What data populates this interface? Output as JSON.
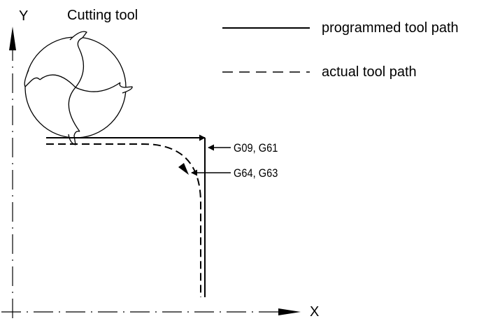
{
  "axes": {
    "y_label": "Y",
    "x_label": "X"
  },
  "tool": {
    "label": "Cutting tool",
    "icon": "end-mill-icon"
  },
  "legend": {
    "programmed": "programmed tool path",
    "actual": "actual tool path"
  },
  "annotations": {
    "exact_stop": "G09, G61",
    "cutting_mode": "G64, G63"
  },
  "colors": {
    "ink": "#000000",
    "tool_fill": "#ffffff"
  }
}
